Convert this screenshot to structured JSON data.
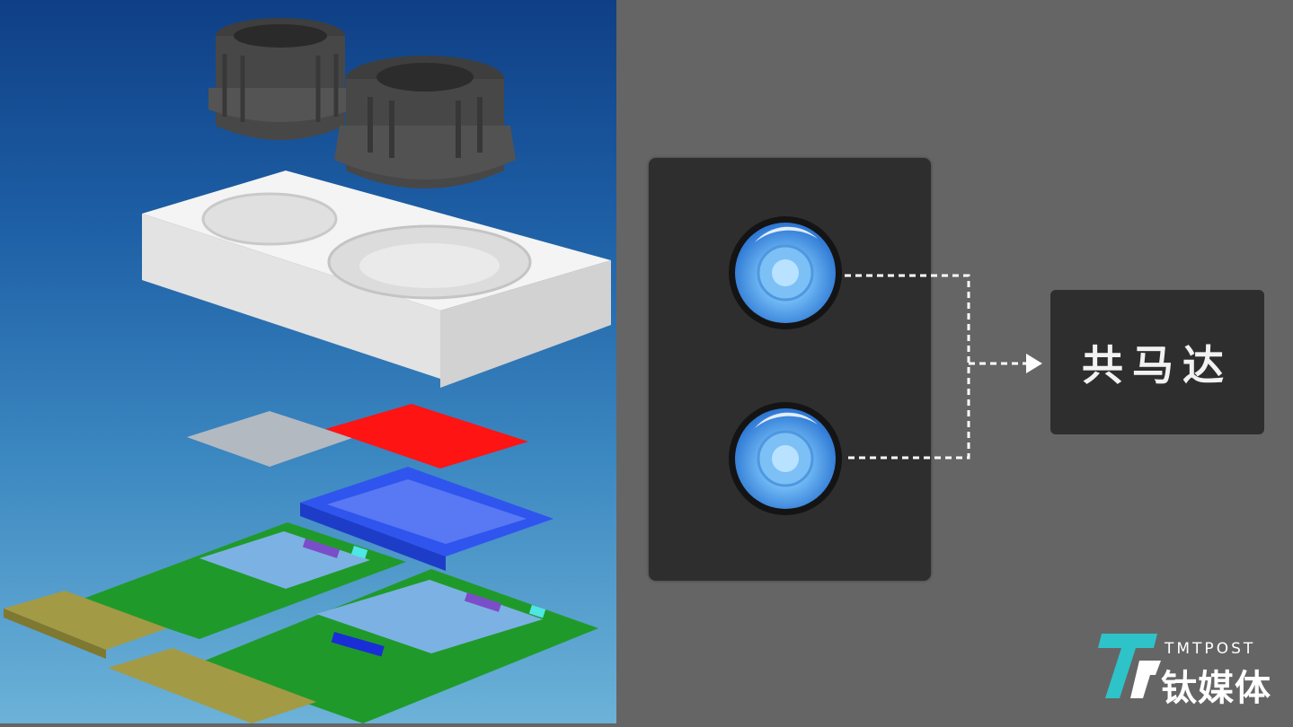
{
  "diagram": {
    "motor_label": "共马达",
    "colors": {
      "left_bg_top": "#0f3f86",
      "left_bg_bottom": "#6cb2d8",
      "right_bg": "#656565",
      "box_bg": "#2e2e2e",
      "lens_blue": "#5aa9ee",
      "connector": "#ffffff"
    },
    "exploded_view_parts": [
      "lens-barrel-icon",
      "lens-barrel-icon",
      "holder-icon",
      "filter-icon",
      "filter-icon",
      "frame-icon",
      "sensor-board-icon",
      "sensor-board-icon",
      "connector-icon"
    ]
  },
  "logo": {
    "brand": "TMTPOST",
    "chinese": "钛媒体",
    "color": "#2ec3c8"
  }
}
